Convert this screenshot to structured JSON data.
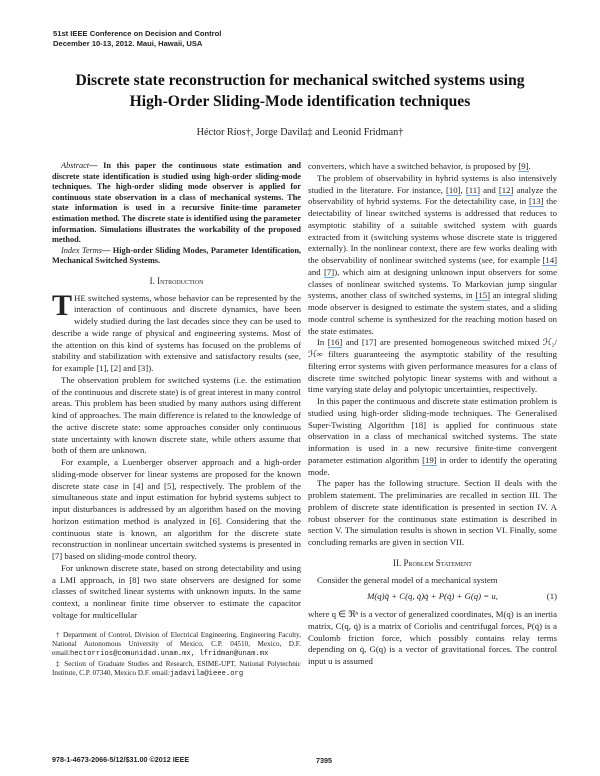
{
  "header": {
    "line1": "51st IEEE Conference on Decision and Control",
    "line2": "December 10-13, 2012. Maui, Hawaii, USA"
  },
  "title_line1": "Discrete state reconstruction for mechanical switched systems using",
  "title_line2": "High-Order Sliding-Mode identification techniques",
  "authors": "Héctor Ríos†, Jorge Davila‡ and Leonid Fridman†",
  "abstract": {
    "label": "Abstract",
    "text": "— In this paper the continuous state estimation and discrete state identification is studied using high-order sliding-mode techniques. The high-order sliding mode observer is applied for continuous state observation in a class of mechanical systems. The state information is used in a recursive finite-time parameter estimation method. The discrete state is identified using the parameter information. Simulations illustrates the workability of the proposed method.",
    "index_label": "Index Terms",
    "index_text": "— High-order Sliding Modes, Parameter Identification, Mechanical Switched Systems."
  },
  "section1": {
    "number": "I.",
    "title": "Introduction"
  },
  "intro_dropcap": "T",
  "left_paragraphs": [
    [
      {
        "t": "HE switched systems, whose behavior can be represented by the interaction of continuous and discrete dynamics, have been widely studied during the last decades since they can be used to describe a wide range of physical and engineering systems. Most of the attention on this kind of systems has focused on the problems of stability and stabilization with extensive and satisfactory results (see, for example [1], [2] and [3])."
      }
    ],
    [
      {
        "t": "The observation problem for switched systems (i.e. the estimation of the continuous and discrete state) is of great interest in many control areas. This problem has been studied by many authors using different kind of approaches. The main difference is related to the knowledge of the active discrete state: some approaches consider only continuous state uncertainty with known discrete state, while others assume that both of them are unknown."
      }
    ],
    [
      {
        "t": "For example, a Luenberger observer approach and a high-order sliding-mode observer for linear systems are proposed for the known discrete state case in [4] and [5], respectively. The problem of the simultaneous state and input estimation for hybrid systems subject to input disturbances is addressed by an algorithm based on the moving horizon estimation method is analyzed in [6]. Considering that the continuous state is known, an algorithm for the discrete state reconstruction in nonlinear uncertain switched systems is presented in [7] based on sliding-mode control theory."
      }
    ],
    [
      {
        "t": "For unknown discrete state, based on strong detectability and using a LMI approach, in [8] two state observers are designed for some classes of switched linear systems with unknown inputs. In the same context, a nonlinear finite time observer to estimate the capacitor voltage for multicellular"
      }
    ]
  ],
  "footnotes": {
    "fn1": "† Department of Control, Division of Electrical Engineering, Engineering Faculty, National Autonomous University of Mexico, C.P. 04510, Mexico, D.F. email:",
    "fn1_emails": "hectorrios@comunidad.unam.mx, lfridman@unam.mx",
    "fn2": "‡ Section of Graduate Studies and Research, ESIME-UPT, National Polytechnic Institute, C.P. 07340, Mexico D.F. email:",
    "fn2_email": "jadavila@ieee.org"
  },
  "right_paragraphs_a": [
    [
      {
        "t": "converters, which have a switched behavior, is proposed by "
      },
      {
        "t": "[9]",
        "link": true
      },
      {
        "t": "."
      }
    ],
    [
      {
        "t": "The problem of observability in hybrid systems is also intensively studied in the literature. For instance, "
      },
      {
        "t": "[10]",
        "link": true
      },
      {
        "t": ", "
      },
      {
        "t": "[11]",
        "link": true
      },
      {
        "t": " and "
      },
      {
        "t": "[12]",
        "link": true
      },
      {
        "t": " analyze the observability of hybrid systems. For the detectability case, in "
      },
      {
        "t": "[13]",
        "link": true
      },
      {
        "t": " the detectability of linear switched systems is addressed that reduces to asymptotic stability of a suitable switched system with guards extracted from it (switching systems whose discrete state is triggered externally). In the nonlinear context, there are few works dealing with the observability of nonlinear switched systems (see, for example "
      },
      {
        "t": "[14]",
        "link": true
      },
      {
        "t": " and "
      },
      {
        "t": "[7]",
        "link": true
      },
      {
        "t": "), which aim at designing unknown input observers for some classes of nonlinear switched systems. To Markovian jump singular systems, another class of switched systems, in "
      },
      {
        "t": "[15]",
        "link": true
      },
      {
        "t": " an integral sliding mode observer is designed to estimate the system states, and a sliding mode control scheme is synthesized for the reaching motion based on the state estimates."
      }
    ],
    [
      {
        "t": "In "
      },
      {
        "t": "[16]",
        "link": true
      },
      {
        "t": " and [17] are presented homogeneous switched mixed ℋ₂/ℋ∞ filters guaranteeing the asymptotic stability of the resulting filtering error systems with given performance measures for a class of discrete time switched polytopic linear systems with and without a time varying state delay and polytopic uncertainties, respectively."
      }
    ],
    [
      {
        "t": "In this paper the continuous and discrete state estimation problem is studied using high-order sliding-mode techniques. The Generalised Super-Twisting Algorithm [18] is applied for continuous state observation in a class of mechanical switched systems. The state information is used in a new recursive finite-time convergent parameter estimation algorithm "
      },
      {
        "t": "[19]",
        "link": true
      },
      {
        "t": " in order to identify the operating mode."
      }
    ],
    [
      {
        "t": "The paper has the following structure. Section II deals with the problem statement. The preliminaries are recalled in section III. The problem of discrete state identification is presented in section IV. A robust observer for the continuous state estimation is described in section V. The simulation results is shown in section VI. Finally, some concluding remarks are given in section VII."
      }
    ]
  ],
  "section2": {
    "number": "II.",
    "title": "Problem Statement"
  },
  "right_paragraphs_b": [
    [
      {
        "t": "Consider the general model of a mechanical system"
      }
    ]
  ],
  "equation": {
    "text": "M(q)q̈ + C(q, q̇)q̇ + P(q̇) + G(q) = u,",
    "number": "(1)"
  },
  "right_paragraphs_c": [
    [
      {
        "t": "where q ∈ ℜⁿ is a vector of generalized coordinates, M(q) is an inertia matrix, C(q, q̇) is a matrix of Coriolis and centrifugal forces, P(q̇) is a Coulomb friction force, which possibly contains relay terms depending on q̇, G(q) is a vector of gravitational forces. The control input u is assumed"
      }
    ]
  ],
  "footer": {
    "isbn": "978-1-4673-2066-5/12/$31.00 ©2012 IEEE",
    "page": "7395"
  },
  "colors": {
    "link_underline": "#6fa8dc"
  }
}
